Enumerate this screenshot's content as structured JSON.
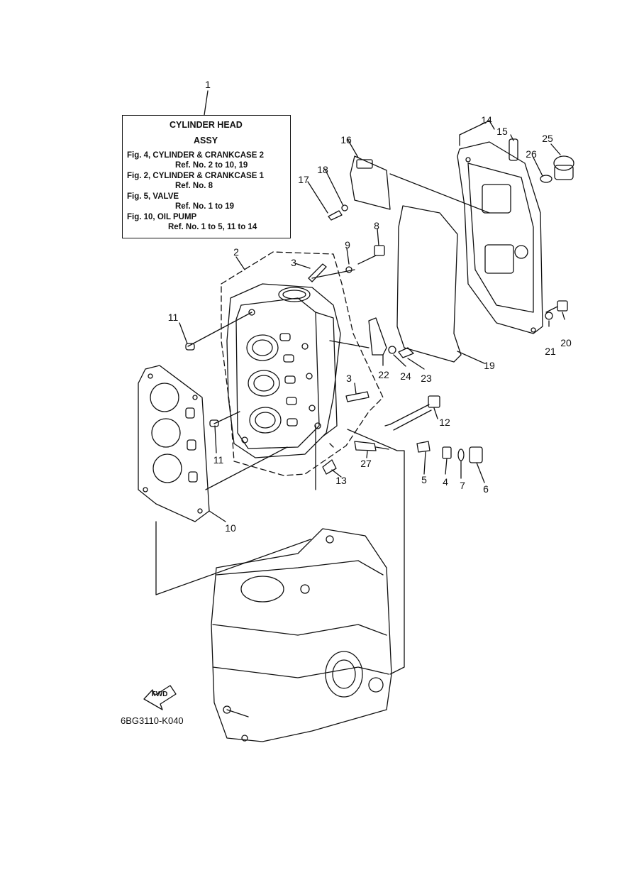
{
  "info_box": {
    "title_line1": "CYLINDER HEAD",
    "title_line2": "ASSY",
    "refs": [
      "Fig. 4, CYLINDER & CRANKCASE 2",
      "Ref. No. 2 to 10, 19",
      "Fig. 2, CYLINDER & CRANKCASE 1",
      "Ref. No. 8",
      "Fig. 5, VALVE",
      "Ref. No. 1 to 19",
      "Fig. 10, OIL PUMP",
      "Ref. No. 1 to 5, 11 to 14"
    ]
  },
  "callouts": {
    "c1": "1",
    "c2": "2",
    "c3a": "3",
    "c3b": "3",
    "c4": "4",
    "c5": "5",
    "c6": "6",
    "c7": "7",
    "c8": "8",
    "c9": "9",
    "c10": "10",
    "c11a": "11",
    "c11b": "11",
    "c12": "12",
    "c13": "13",
    "c14": "14",
    "c15": "15",
    "c16": "16",
    "c17": "17",
    "c18": "18",
    "c19": "19",
    "c20": "20",
    "c21": "21",
    "c22": "22",
    "c23": "23",
    "c24": "24",
    "c25": "25",
    "c26": "26",
    "c27": "27"
  },
  "fwd_label": "FWD",
  "figure_code": "6BG3110-K040"
}
